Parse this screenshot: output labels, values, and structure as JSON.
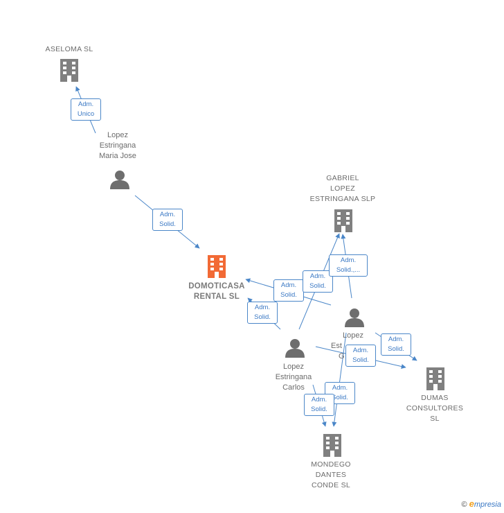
{
  "colors": {
    "company": "#808080",
    "main": "#f26a35",
    "person": "#6e6e6e",
    "edge": "#4a86c8"
  },
  "nodes": {
    "aseloma": {
      "label": "ASELOMA SL"
    },
    "gabriel": {
      "label_lines": [
        "GABRIEL",
        "LOPEZ",
        "ESTRINGANA SLP"
      ]
    },
    "domoticasa": {
      "label_lines": [
        "DOMOTICASA",
        "RENTAL  SL"
      ]
    },
    "dumas": {
      "label_lines": [
        "DUMAS",
        "CONSULTORES",
        "SL"
      ]
    },
    "mondego": {
      "label_lines": [
        "MONDEGO",
        "DANTES",
        "CONDE  SL"
      ]
    },
    "maria": {
      "label_lines": [
        "Lopez",
        "Estringana",
        "Maria Jose"
      ]
    },
    "g_person": {
      "label_lines": [
        "Lopez",
        "Est",
        "G"
      ]
    },
    "carlos": {
      "label_lines": [
        "Lopez",
        "Estringana",
        "Carlos"
      ]
    }
  },
  "edges": [
    {
      "id": "e1",
      "lines": [
        "Adm.",
        "Unico"
      ]
    },
    {
      "id": "e2",
      "lines": [
        "Adm.",
        "Solid."
      ]
    },
    {
      "id": "e3",
      "lines": [
        "Adm.",
        "Solid."
      ]
    },
    {
      "id": "e4",
      "lines": [
        "Adm.",
        "Solid."
      ]
    },
    {
      "id": "e5",
      "lines": [
        "Adm.",
        "Solid."
      ]
    },
    {
      "id": "e6",
      "lines": [
        "Adm.",
        "Solid.,..."
      ]
    },
    {
      "id": "e7",
      "lines": [
        "Adm.",
        "Solid."
      ]
    },
    {
      "id": "e8",
      "lines": [
        "Adm.",
        "Solid."
      ]
    },
    {
      "id": "e9",
      "lines": [
        "Adm.",
        "Solid."
      ]
    },
    {
      "id": "e10",
      "lines": [
        "Adm.",
        "Solid."
      ]
    }
  ],
  "footer": {
    "copyright": "©",
    "brand_initial": "e",
    "brand_rest": "mpresia"
  }
}
